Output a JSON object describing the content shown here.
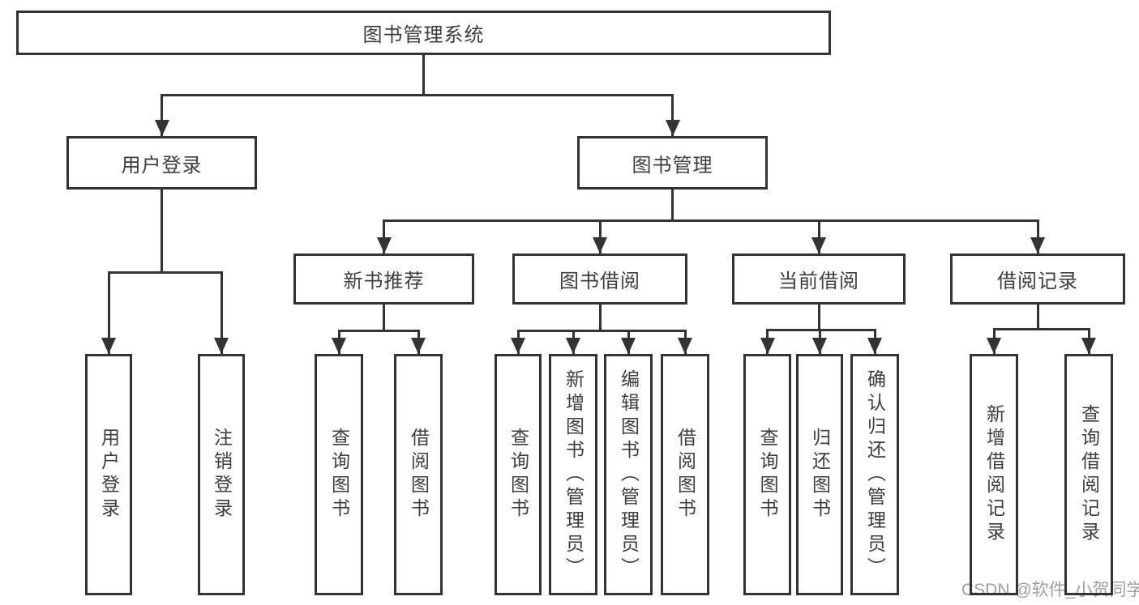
{
  "diagram": {
    "title": "图书管理系统",
    "watermark": "CSDN @软件_小贺同学",
    "colors": {
      "line": "#333333",
      "text": "#3d3d3d",
      "page_background": "#ffffff",
      "watermark": "#9e9e9e"
    },
    "nodes": [
      {
        "id": "root",
        "parent": null,
        "label": "图书管理系统",
        "orientation": "horizontal"
      },
      {
        "id": "user-login",
        "parent": "root",
        "label": "用户登录",
        "orientation": "horizontal"
      },
      {
        "id": "book-mgmt",
        "parent": "root",
        "label": "图书管理",
        "orientation": "horizontal"
      },
      {
        "id": "ul-login",
        "parent": "user-login",
        "label": "用户登录",
        "orientation": "vertical"
      },
      {
        "id": "ul-logout",
        "parent": "user-login",
        "label": "注销登录",
        "orientation": "vertical"
      },
      {
        "id": "new-book",
        "parent": "book-mgmt",
        "label": "新书推荐",
        "orientation": "horizontal"
      },
      {
        "id": "book-borrow",
        "parent": "book-mgmt",
        "label": "图书借阅",
        "orientation": "horizontal"
      },
      {
        "id": "current-borrow",
        "parent": "book-mgmt",
        "label": "当前借阅",
        "orientation": "horizontal"
      },
      {
        "id": "borrow-records",
        "parent": "book-mgmt",
        "label": "借阅记录",
        "orientation": "horizontal"
      },
      {
        "id": "nb-query",
        "parent": "new-book",
        "label": "查询图书",
        "orientation": "vertical"
      },
      {
        "id": "nb-borrow",
        "parent": "new-book",
        "label": "借阅图书",
        "orientation": "vertical"
      },
      {
        "id": "bb-query",
        "parent": "book-borrow",
        "label": "查询图书",
        "orientation": "vertical"
      },
      {
        "id": "bb-add",
        "parent": "book-borrow",
        "label": "新增图书（管理员）",
        "orientation": "vertical"
      },
      {
        "id": "bb-edit",
        "parent": "book-borrow",
        "label": "编辑图书（管理员）",
        "orientation": "vertical"
      },
      {
        "id": "bb-borrow",
        "parent": "book-borrow",
        "label": "借阅图书",
        "orientation": "vertical"
      },
      {
        "id": "cb-query",
        "parent": "current-borrow",
        "label": "查询图书",
        "orientation": "vertical"
      },
      {
        "id": "cb-return",
        "parent": "current-borrow",
        "label": "归还图书",
        "orientation": "vertical"
      },
      {
        "id": "cb-confirm",
        "parent": "current-borrow",
        "label": "确认归还（管理员）",
        "orientation": "vertical"
      },
      {
        "id": "br-add",
        "parent": "borrow-records",
        "label": "新增借阅记录",
        "orientation": "vertical"
      },
      {
        "id": "br-query",
        "parent": "borrow-records",
        "label": "查询借阅记录",
        "orientation": "vertical"
      }
    ]
  }
}
